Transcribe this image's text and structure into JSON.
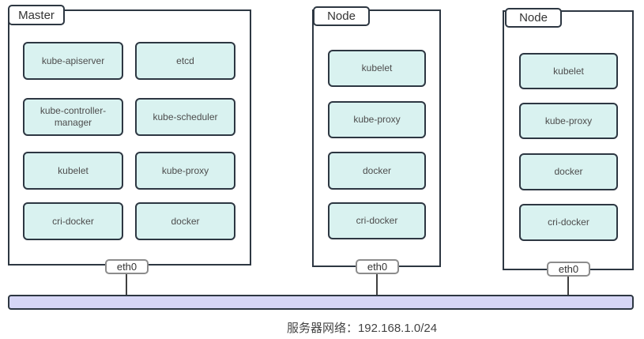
{
  "diagram": {
    "caption": "服务器网络：192.168.1.0/24",
    "colors": {
      "component_fill": "#d9f2f0",
      "component_border": "#2d3742",
      "box_border": "#2d3742",
      "network_bar_fill": "#d6d6f5",
      "eth_tab_border": "#8c8c8c"
    }
  },
  "nodes": [
    {
      "title": "Master",
      "eth": "eth0",
      "components": [
        "kube-apiserver",
        "etcd",
        "kube-controller-manager",
        "kube-scheduler",
        "kubelet",
        "kube-proxy",
        "cri-docker",
        "docker"
      ]
    },
    {
      "title": "Node",
      "eth": "eth0",
      "components": [
        "kubelet",
        "kube-proxy",
        "docker",
        "cri-docker"
      ]
    },
    {
      "title": "Node",
      "eth": "eth0",
      "components": [
        "kubelet",
        "kube-proxy",
        "docker",
        "cri-docker"
      ]
    }
  ]
}
